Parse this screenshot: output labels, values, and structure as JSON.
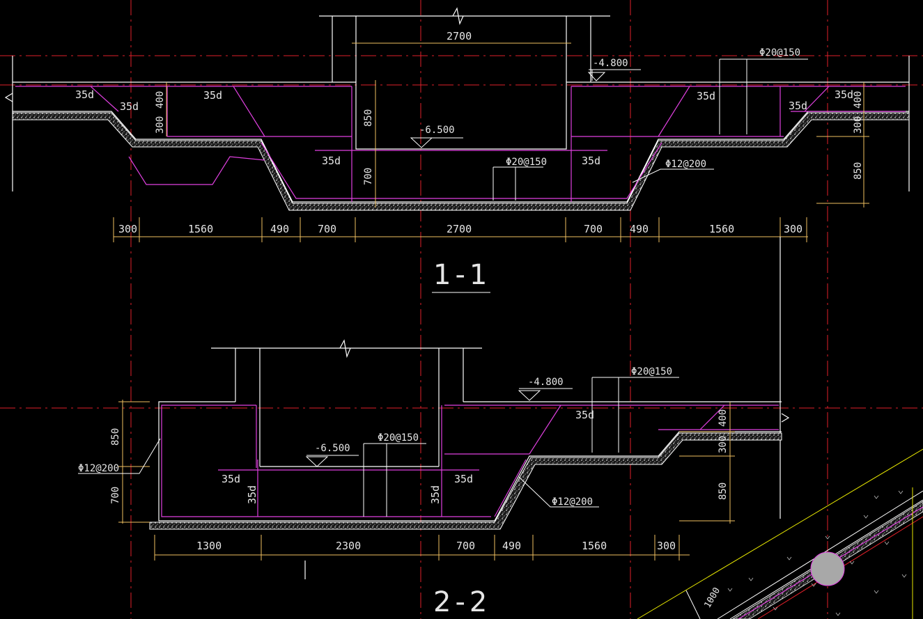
{
  "colors": {
    "background": "#000000",
    "axis": "#e0202a",
    "concrete": "#ffffff",
    "rebar": "#e040e0",
    "dimension": "#f0c060",
    "text": "#e6e6e6",
    "gray_marker": "#a8a8a8",
    "guide": "#e6e600"
  },
  "section1": {
    "title": "1-1",
    "levels": {
      "top": "-4.800",
      "pit": "-6.500"
    },
    "rebar": {
      "main": "Φ20@150",
      "main_right": "Φ20@150",
      "side": "Φ12@200"
    },
    "anchor": "35d",
    "vertical_dims": {
      "left": [
        "400",
        "300"
      ],
      "pit": [
        "850",
        "700"
      ],
      "right": [
        "400",
        "300",
        "850"
      ]
    },
    "dimensions": [
      "300",
      "1560",
      "490",
      "700",
      "2700",
      "700",
      "490",
      "1560",
      "300"
    ],
    "top_dim": "2700"
  },
  "section2": {
    "title": "2-2",
    "levels": {
      "top": "-4.800",
      "pit": "-6.500"
    },
    "rebar": {
      "main_top": "Φ20@150",
      "main_pit": "Φ20@150",
      "left": "Φ12@200",
      "slope": "Φ12@200"
    },
    "anchor": "35d",
    "vertical_dims": {
      "left": [
        "850",
        "700"
      ],
      "right": [
        "400",
        "300",
        "850"
      ]
    },
    "dimensions": [
      "1300",
      "2300",
      "700",
      "490",
      "1560",
      "300"
    ]
  },
  "detail": {
    "dim": "1000"
  }
}
